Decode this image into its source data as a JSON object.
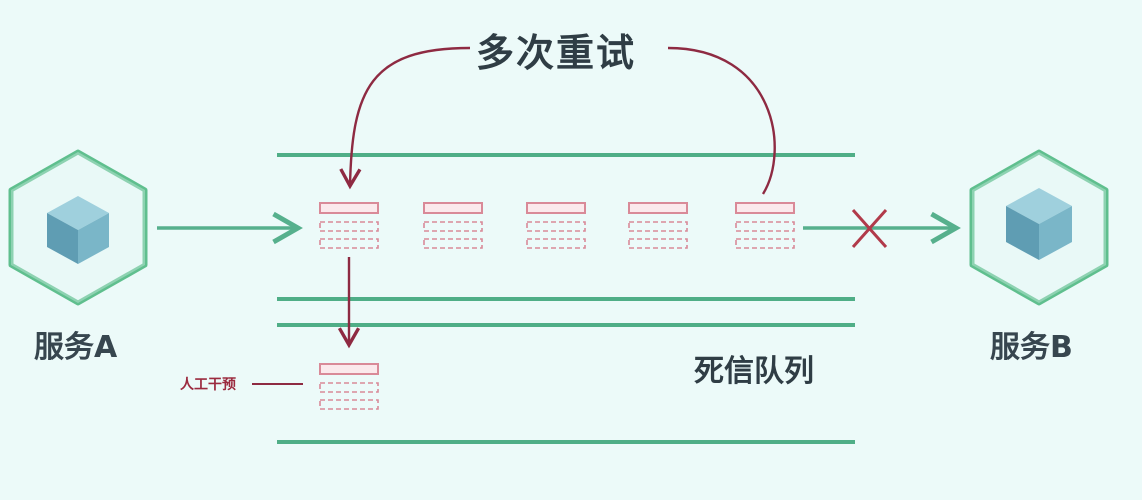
{
  "labels": {
    "retry": "多次重试",
    "service_a": "服务A",
    "service_b": "服务B",
    "dead_letter_queue": "死信队列",
    "manual_intervention": "人工干预"
  },
  "colors": {
    "background": "#ecfaf9",
    "queue_line": "#4fae87",
    "arrow_green": "#56b08d",
    "retry_red": "#8e2a42",
    "message_pink": "#d98a98",
    "hex_outline": "#5fbf8e",
    "cube_blue": "#7ab6c8",
    "text_dark": "#2f3d45"
  },
  "icons": [
    "hexagon-cube-icon",
    "cross-icon"
  ]
}
